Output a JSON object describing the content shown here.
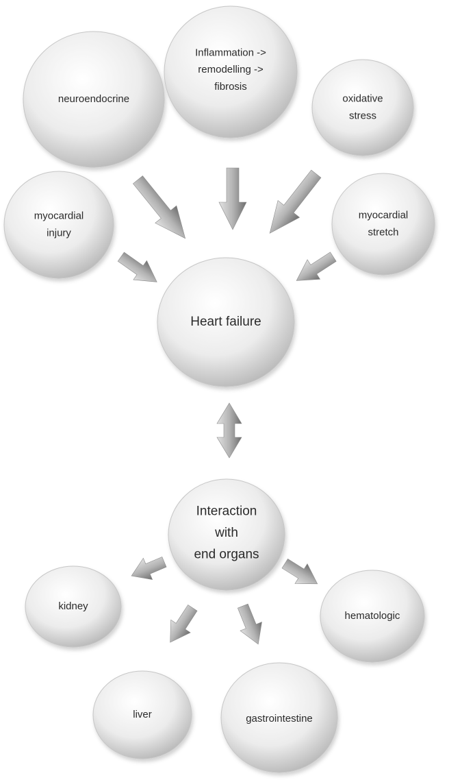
{
  "diagram": {
    "nodes": {
      "neuroendocrine": {
        "lines": [
          "neuroendocrine"
        ]
      },
      "inflammation": {
        "lines": [
          "Inflammation ->",
          "remodelling ->",
          "fibrosis"
        ]
      },
      "oxidative": {
        "lines": [
          "oxidative",
          "stress"
        ]
      },
      "myocardial_injury": {
        "lines": [
          "myocardial",
          "injury"
        ]
      },
      "myocardial_stretch": {
        "lines": [
          "myocardial",
          "stretch"
        ]
      },
      "heart_failure": {
        "lines": [
          "Heart failure"
        ]
      },
      "interaction": {
        "lines": [
          "Interaction",
          "with",
          "end organs"
        ]
      },
      "kidney": {
        "lines": [
          "kidney"
        ]
      },
      "hematologic": {
        "lines": [
          "hematologic"
        ]
      },
      "liver": {
        "lines": [
          "liver"
        ]
      },
      "gastrointestine": {
        "lines": [
          "gastrointestine"
        ]
      }
    },
    "colors": {
      "node_light": "#ffffff",
      "node_mid": "#e4e4e4",
      "node_dark": "#a9a9a9",
      "arrow_light": "#dcdcdc",
      "arrow_dark": "#6f6f6f"
    }
  }
}
